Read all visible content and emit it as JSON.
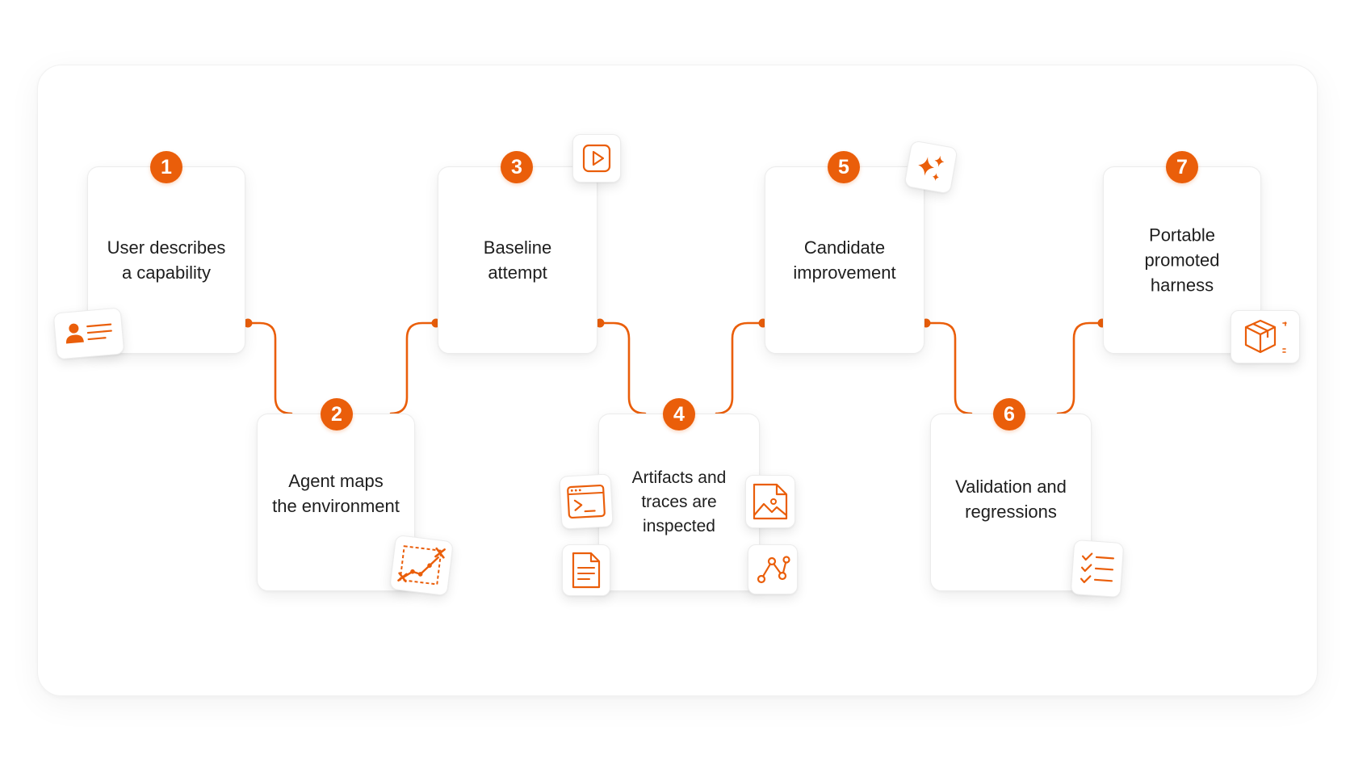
{
  "accent_color": "#ea5e0a",
  "steps": [
    {
      "number": "1",
      "label": "User describes\na capability",
      "icon": "user-profile-icon"
    },
    {
      "number": "2",
      "label": "Agent maps\nthe environment",
      "icon": "map-route-icon"
    },
    {
      "number": "3",
      "label": "Baseline\nattempt",
      "icon": "play-icon"
    },
    {
      "number": "4",
      "label": "Artifacts and\ntraces are\ninspected",
      "icons": [
        "terminal-icon",
        "image-icon",
        "document-icon",
        "graph-nodes-icon"
      ]
    },
    {
      "number": "5",
      "label": "Candidate\nimprovement",
      "icon": "sparkles-icon"
    },
    {
      "number": "6",
      "label": "Validation and\nregressions",
      "icon": "checklist-icon"
    },
    {
      "number": "7",
      "label": "Portable\npromoted\nharness",
      "icon": "package-box-icon"
    }
  ]
}
